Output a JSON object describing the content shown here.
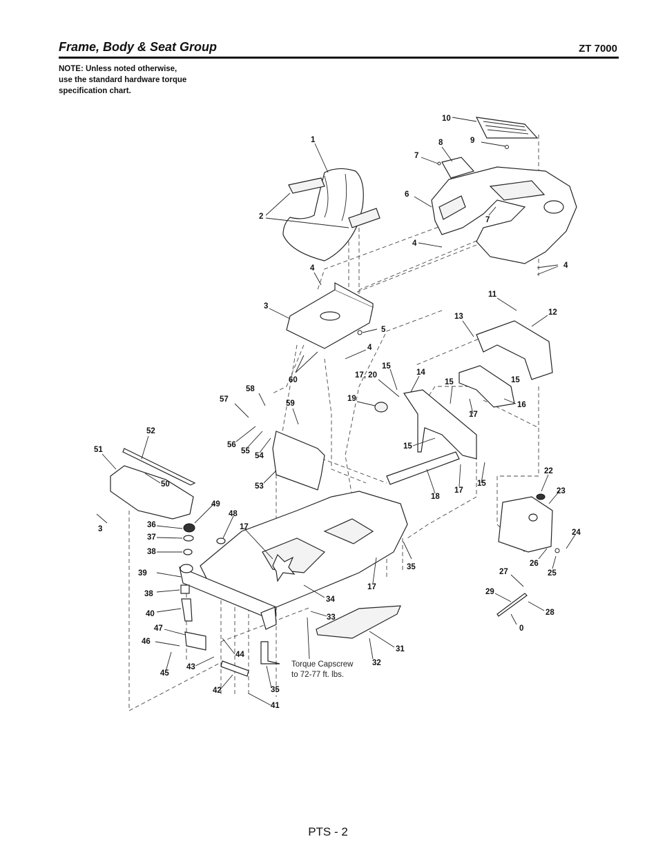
{
  "page": {
    "title": "Frame, Body & Seat Group",
    "model": "ZT 7000",
    "note_lines": [
      "NOTE: Unless noted otherwise,",
      "use the standard hardware torque",
      "specification chart."
    ],
    "footer": "PTS - 2"
  },
  "torque_note": {
    "line1": "Torque Capscrew",
    "line2": "to 72-77 ft. lbs."
  },
  "callouts": [
    {
      "id": "c10",
      "label": "10"
    },
    {
      "id": "c8",
      "label": "8"
    },
    {
      "id": "c9",
      "label": "9"
    },
    {
      "id": "c7a",
      "label": "7"
    },
    {
      "id": "c1",
      "label": "1"
    },
    {
      "id": "c6",
      "label": "6"
    },
    {
      "id": "c7b",
      "label": "7"
    },
    {
      "id": "c2",
      "label": "2"
    },
    {
      "id": "c4a",
      "label": "4"
    },
    {
      "id": "c4b",
      "label": "4"
    },
    {
      "id": "c4c",
      "label": "4"
    },
    {
      "id": "c11",
      "label": "11"
    },
    {
      "id": "c3a",
      "label": "3"
    },
    {
      "id": "c13",
      "label": "13"
    },
    {
      "id": "c12",
      "label": "12"
    },
    {
      "id": "c5",
      "label": "5"
    },
    {
      "id": "c4d",
      "label": "4"
    },
    {
      "id": "c15a",
      "label": "15"
    },
    {
      "id": "c14",
      "label": "14"
    },
    {
      "id": "c1720a",
      "label": "17, 20"
    },
    {
      "id": "c15b",
      "label": "15"
    },
    {
      "id": "c15c",
      "label": "15"
    },
    {
      "id": "c60",
      "label": "60"
    },
    {
      "id": "c58",
      "label": "58"
    },
    {
      "id": "c57",
      "label": "57"
    },
    {
      "id": "c59",
      "label": "59"
    },
    {
      "id": "c19",
      "label": "19"
    },
    {
      "id": "c16",
      "label": "16"
    },
    {
      "id": "c17a",
      "label": "17"
    },
    {
      "id": "c52",
      "label": "52"
    },
    {
      "id": "c56",
      "label": "56"
    },
    {
      "id": "c55",
      "label": "55"
    },
    {
      "id": "c54",
      "label": "54"
    },
    {
      "id": "c15d",
      "label": "15"
    },
    {
      "id": "c51",
      "label": "51"
    },
    {
      "id": "c50",
      "label": "50"
    },
    {
      "id": "c53",
      "label": "53"
    },
    {
      "id": "c22",
      "label": "22"
    },
    {
      "id": "c17b",
      "label": "17"
    },
    {
      "id": "c15e",
      "label": "15"
    },
    {
      "id": "c18",
      "label": "18"
    },
    {
      "id": "c23",
      "label": "23"
    },
    {
      "id": "c49",
      "label": "49"
    },
    {
      "id": "c48",
      "label": "48"
    },
    {
      "id": "c3b",
      "label": "3"
    },
    {
      "id": "c36",
      "label": "36"
    },
    {
      "id": "c17c",
      "label": "17"
    },
    {
      "id": "c37",
      "label": "37"
    },
    {
      "id": "c24",
      "label": "24"
    },
    {
      "id": "c38a",
      "label": "38"
    },
    {
      "id": "c35a",
      "label": "35"
    },
    {
      "id": "c26",
      "label": "26"
    },
    {
      "id": "c25",
      "label": "25"
    },
    {
      "id": "c39",
      "label": "39"
    },
    {
      "id": "c27",
      "label": "27"
    },
    {
      "id": "c17d",
      "label": "17"
    },
    {
      "id": "c38b",
      "label": "38"
    },
    {
      "id": "c34",
      "label": "34"
    },
    {
      "id": "c29",
      "label": "29"
    },
    {
      "id": "c40",
      "label": "40"
    },
    {
      "id": "c33",
      "label": "33"
    },
    {
      "id": "c28",
      "label": "28"
    },
    {
      "id": "c0",
      "label": "0"
    },
    {
      "id": "c47",
      "label": "47"
    },
    {
      "id": "c46",
      "label": "46"
    },
    {
      "id": "c31",
      "label": "31"
    },
    {
      "id": "c44",
      "label": "44"
    },
    {
      "id": "c32",
      "label": "32"
    },
    {
      "id": "c43",
      "label": "43"
    },
    {
      "id": "c45",
      "label": "45"
    },
    {
      "id": "c42",
      "label": "42"
    },
    {
      "id": "c35b",
      "label": "35"
    },
    {
      "id": "c41",
      "label": "41"
    }
  ]
}
